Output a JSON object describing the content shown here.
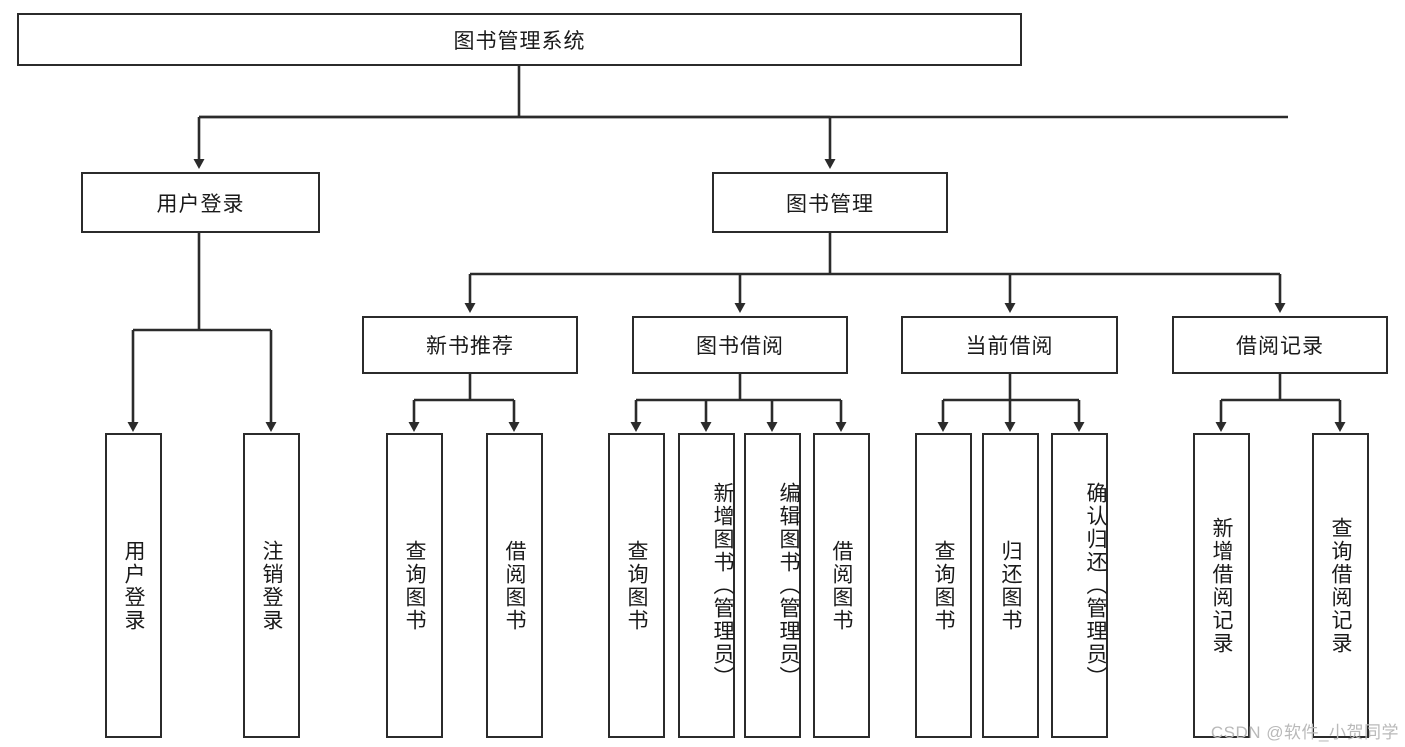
{
  "diagram": {
    "type": "tree",
    "title": "图书管理系统",
    "root": {
      "label": "图书管理系统"
    },
    "level2": [
      {
        "id": "user-login",
        "label": "用户登录"
      },
      {
        "id": "book-manage",
        "label": "图书管理"
      }
    ],
    "level3": [
      {
        "id": "new-book-recommend",
        "label": "新书推荐",
        "parent": "book-manage"
      },
      {
        "id": "book-borrow",
        "label": "图书借阅",
        "parent": "book-manage"
      },
      {
        "id": "current-borrow",
        "label": "当前借阅",
        "parent": "book-manage"
      },
      {
        "id": "borrow-record",
        "label": "借阅记录",
        "parent": "book-manage"
      }
    ],
    "leaves": {
      "user_login": [
        {
          "id": "leaf-user-login",
          "label": "用户登录"
        },
        {
          "id": "leaf-user-logout",
          "label": "注销登录"
        }
      ],
      "new_book_recommend": [
        {
          "id": "leaf-query-book-1",
          "label": "查询图书"
        },
        {
          "id": "leaf-borrow-book-1",
          "label": "借阅图书"
        }
      ],
      "book_borrow": [
        {
          "id": "leaf-query-book-2",
          "label": "查询图书"
        },
        {
          "id": "leaf-add-book",
          "label": "新增图书（管理员）"
        },
        {
          "id": "leaf-edit-book",
          "label": "编辑图书（管理员）"
        },
        {
          "id": "leaf-borrow-book-2",
          "label": "借阅图书"
        }
      ],
      "current_borrow": [
        {
          "id": "leaf-query-book-3",
          "label": "查询图书"
        },
        {
          "id": "leaf-return-book",
          "label": "归还图书"
        },
        {
          "id": "leaf-confirm-return",
          "label": "确认归还（管理员）"
        }
      ],
      "borrow_record": [
        {
          "id": "leaf-add-borrow-record",
          "label": "新增借阅记录"
        },
        {
          "id": "leaf-query-borrow-record",
          "label": "查询借阅记录"
        }
      ]
    }
  },
  "watermark": {
    "text": "CSDN @软件_小贺同学"
  },
  "colors": {
    "stroke": "#2b2b2b",
    "background": "#ffffff",
    "text": "#1a1a1a",
    "watermark": "#b9b9b9"
  }
}
